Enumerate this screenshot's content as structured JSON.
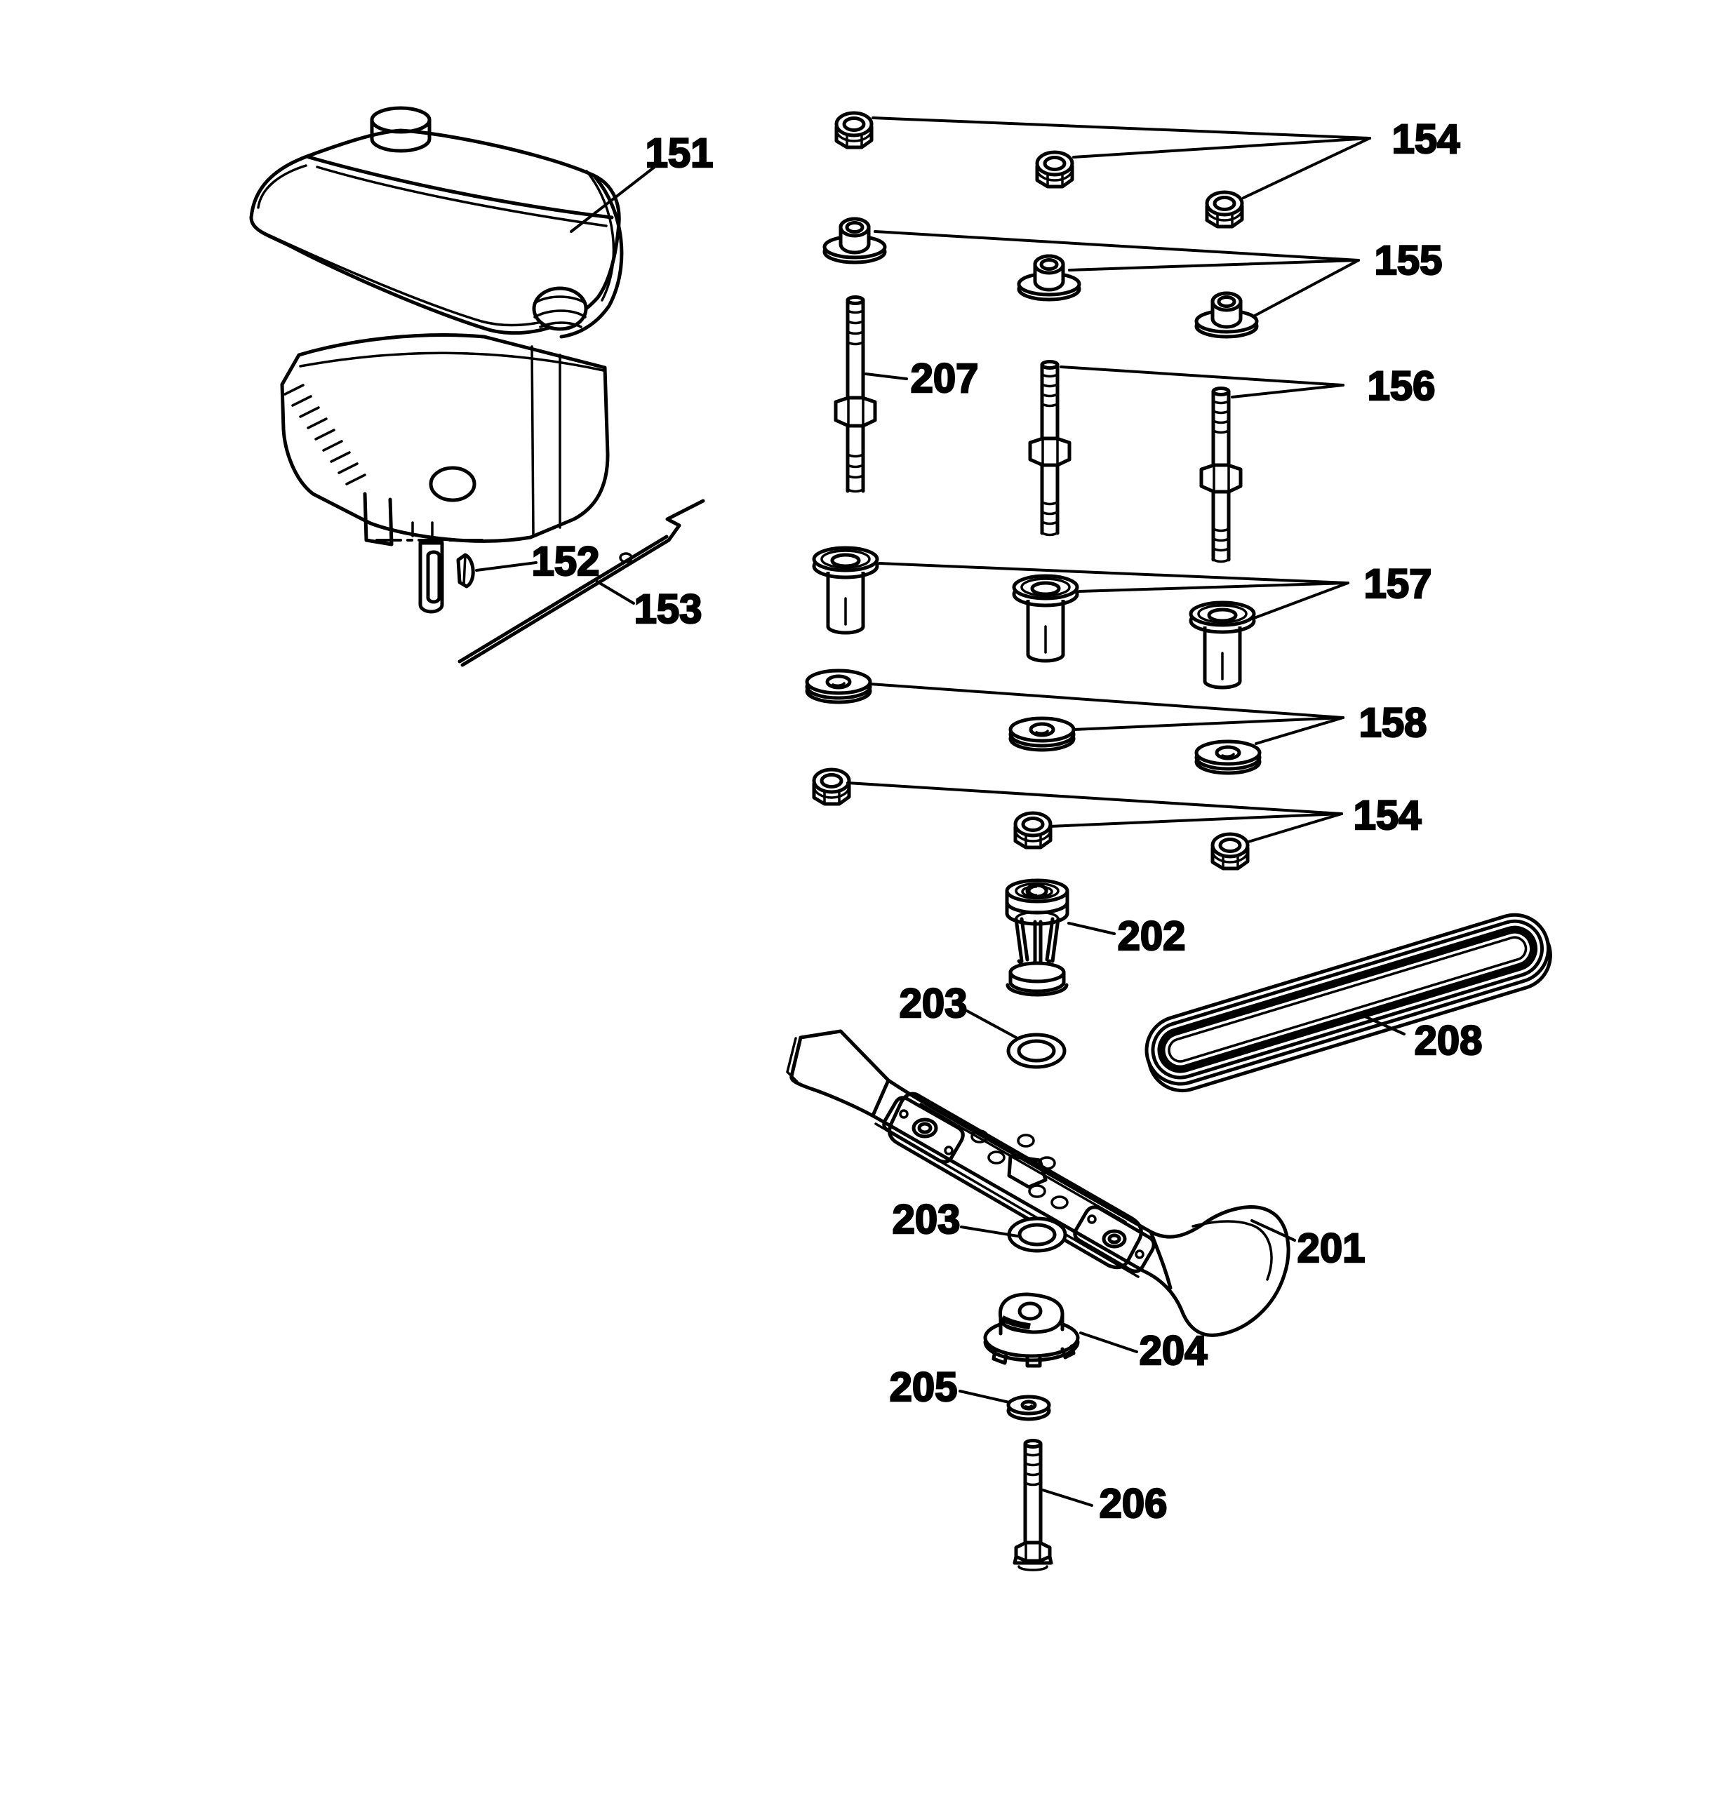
{
  "page": {
    "background": "#ffffff",
    "line_color": "#000000"
  },
  "callouts": [
    {
      "id": "engine",
      "part": "151"
    },
    {
      "id": "woodruff-key",
      "part": "152"
    },
    {
      "id": "brake-rod",
      "part": "153"
    },
    {
      "id": "locknuts-top",
      "part": "154"
    },
    {
      "id": "flange-nuts",
      "part": "155"
    },
    {
      "id": "studs",
      "part": "156"
    },
    {
      "id": "sleeves",
      "part": "157"
    },
    {
      "id": "flat-washers",
      "part": "158"
    },
    {
      "id": "locknuts-bottom",
      "part": "154"
    },
    {
      "id": "stud-long",
      "part": "207"
    },
    {
      "id": "blade-spacer",
      "part": "202"
    },
    {
      "id": "washer-upper",
      "part": "203"
    },
    {
      "id": "drive-belt",
      "part": "208"
    },
    {
      "id": "mower-blade",
      "part": "201"
    },
    {
      "id": "washer-lower",
      "part": "203"
    },
    {
      "id": "blade-adapter",
      "part": "204"
    },
    {
      "id": "washer-small",
      "part": "205"
    },
    {
      "id": "blade-bolt",
      "part": "206"
    }
  ]
}
